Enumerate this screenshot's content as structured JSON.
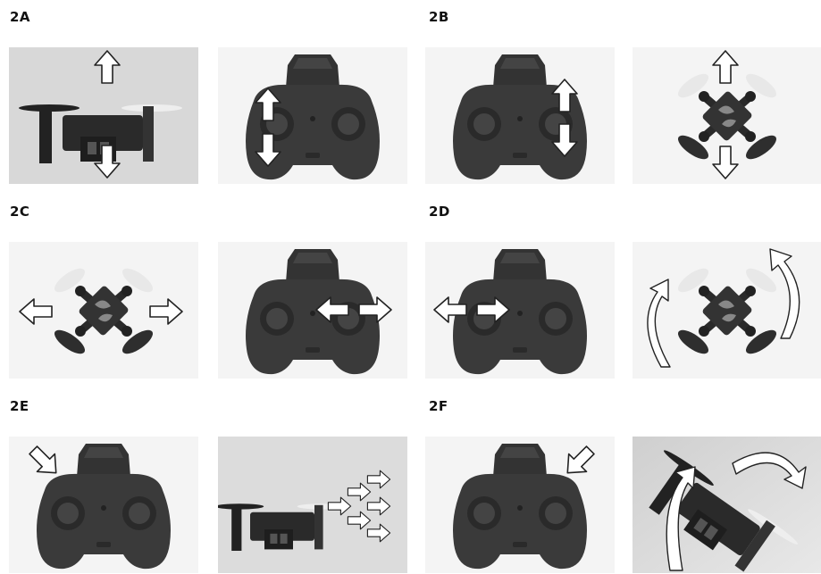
{
  "sections": [
    {
      "id": "2A",
      "label": "2A"
    },
    {
      "id": "2B",
      "label": "2B"
    },
    {
      "id": "2C",
      "label": "2C"
    },
    {
      "id": "2D",
      "label": "2D"
    },
    {
      "id": "2E",
      "label": "2E"
    },
    {
      "id": "2F",
      "label": "2F"
    }
  ],
  "colors": {
    "background": "#ffffff",
    "photo_light": "#f2f2f2",
    "photo_grey": "#d6d6d6",
    "device_body": "#3a3a3a",
    "arrow_fill": "#ffffff",
    "arrow_outline": "#222222"
  },
  "figures": [
    {
      "section": "2A",
      "subject": "drone-side-view",
      "motion": "up-down"
    },
    {
      "section": "2A",
      "subject": "controller",
      "motion": "left-stick-up-down"
    },
    {
      "section": "2B",
      "subject": "controller",
      "motion": "right-stick-up-down"
    },
    {
      "section": "2B",
      "subject": "drone-top-view",
      "motion": "forward-backward"
    },
    {
      "section": "2C",
      "subject": "drone-top-view",
      "motion": "left-right"
    },
    {
      "section": "2C",
      "subject": "controller",
      "motion": "right-stick-left-right"
    },
    {
      "section": "2D",
      "subject": "controller",
      "motion": "left-stick-left-right"
    },
    {
      "section": "2D",
      "subject": "drone-top-view",
      "motion": "rotate"
    },
    {
      "section": "2E",
      "subject": "controller",
      "motion": "left-shoulder-button"
    },
    {
      "section": "2E",
      "subject": "drone-side-view",
      "motion": "dash"
    },
    {
      "section": "2F",
      "subject": "controller",
      "motion": "right-shoulder-button"
    },
    {
      "section": "2F",
      "subject": "drone-tilted",
      "motion": "flip"
    }
  ]
}
